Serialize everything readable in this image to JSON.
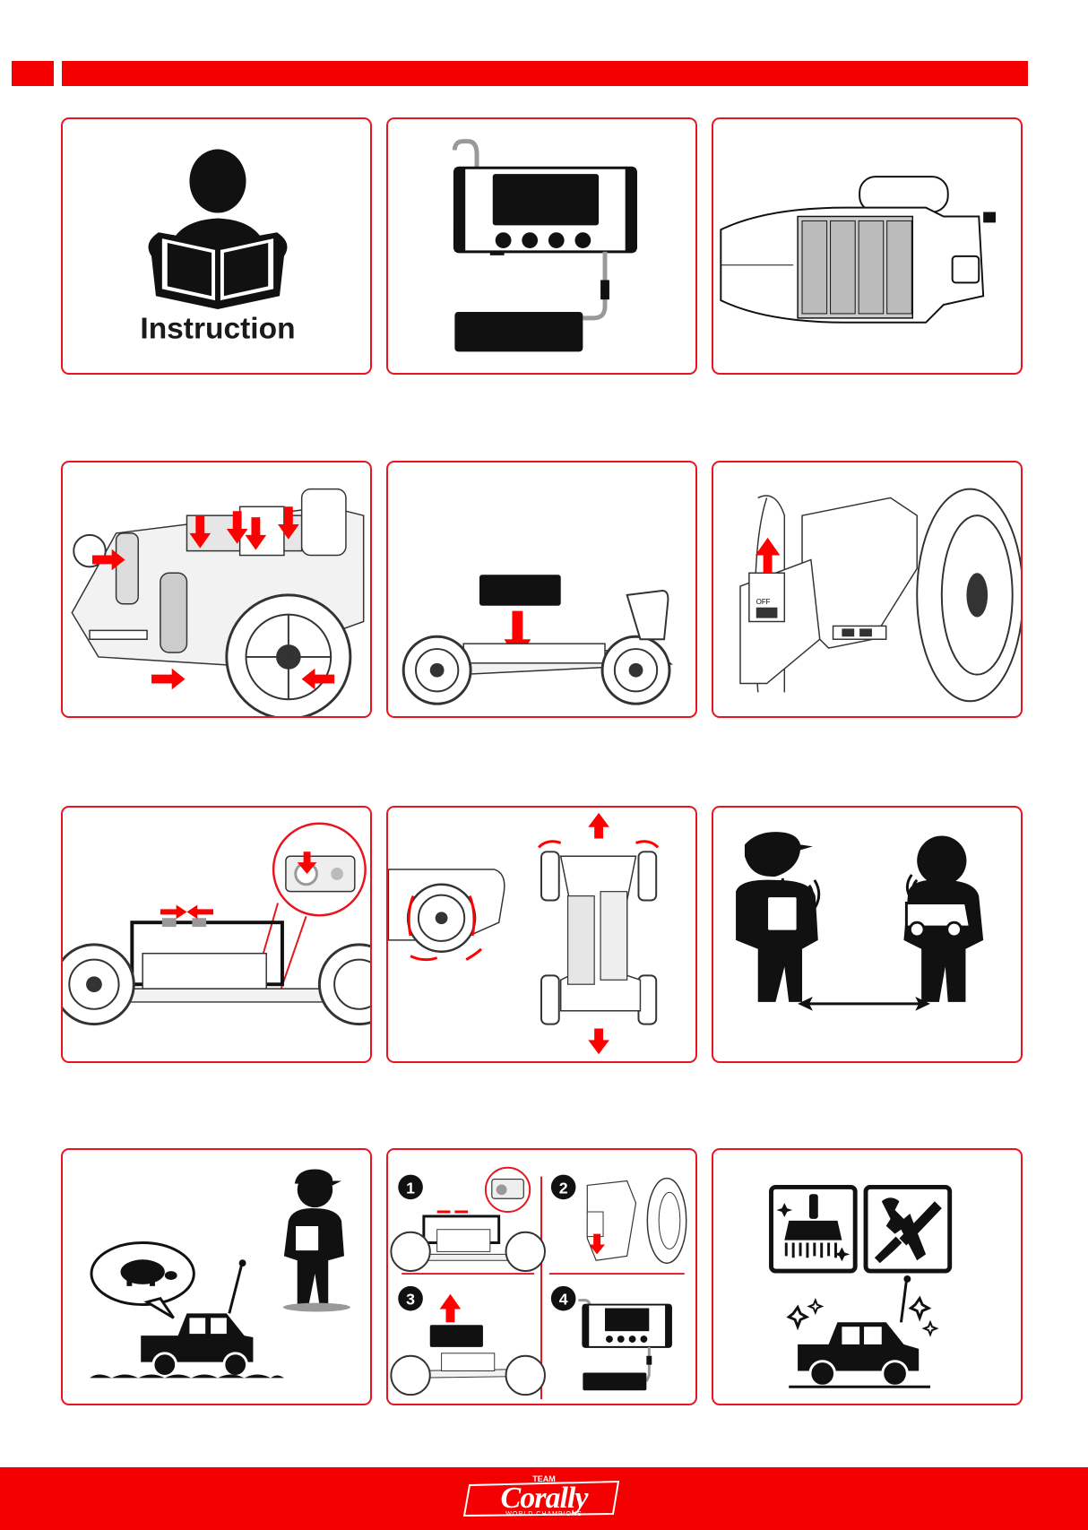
{
  "panels": {
    "read_manual": {
      "label": "Instruction"
    },
    "transmitter_switch": {
      "switch_label": "OFF"
    }
  },
  "footer": {
    "logo_team": "TEAM",
    "logo_main": "Corally",
    "logo_sub": "WORLD CHAMPIONS"
  },
  "icons": [
    "reader-icon",
    "charger-icon",
    "transmitter-icon",
    "lubricate-icon",
    "battery-install-icon",
    "switch-on-icon",
    "power-connect-icon",
    "steering-check-icon",
    "range-test-icon",
    "slow-drive-icon",
    "shutdown-sequence-icon",
    "maintenance-icon"
  ],
  "colors": {
    "accent": "#f50000",
    "border": "#e8141e",
    "ink": "#111111"
  }
}
